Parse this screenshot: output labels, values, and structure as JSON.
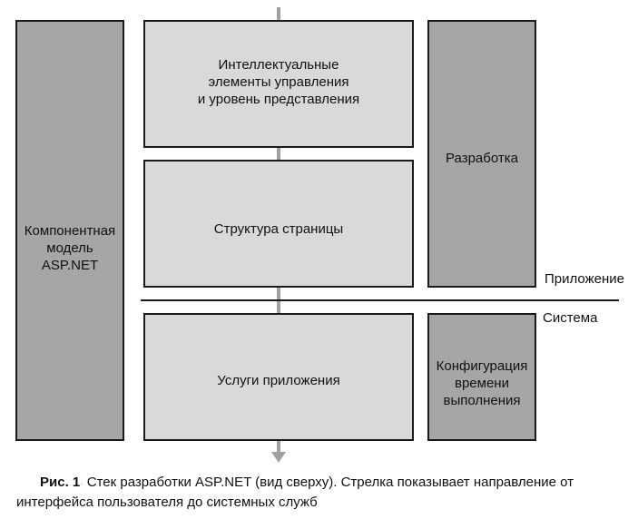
{
  "diagram": {
    "boxes": {
      "component_model": [
        "Компонентная",
        "модель",
        "ASP.NET"
      ],
      "ui_layer": [
        "Интеллектуальные",
        "элементы управления",
        "и уровень представления"
      ],
      "page_structure": [
        "Структура страницы"
      ],
      "app_services": [
        "Услуги приложения"
      ],
      "development": [
        "Разработка"
      ],
      "runtime_config": [
        "Конфигурация",
        "времени",
        "выполнения"
      ]
    },
    "layers": {
      "application": "Приложение",
      "system": "Система"
    },
    "colors": {
      "dark_box": "#a6a6a6",
      "light_box": "#d9d9d9",
      "border": "#1a1a1a",
      "arrow": "#a0a0a0"
    }
  },
  "caption": {
    "lead": "Рис. 1",
    "text": " Стек разработки ASP.NET (вид сверху). Стрелка показывает направление от интерфейса пользователя до системных служб"
  }
}
